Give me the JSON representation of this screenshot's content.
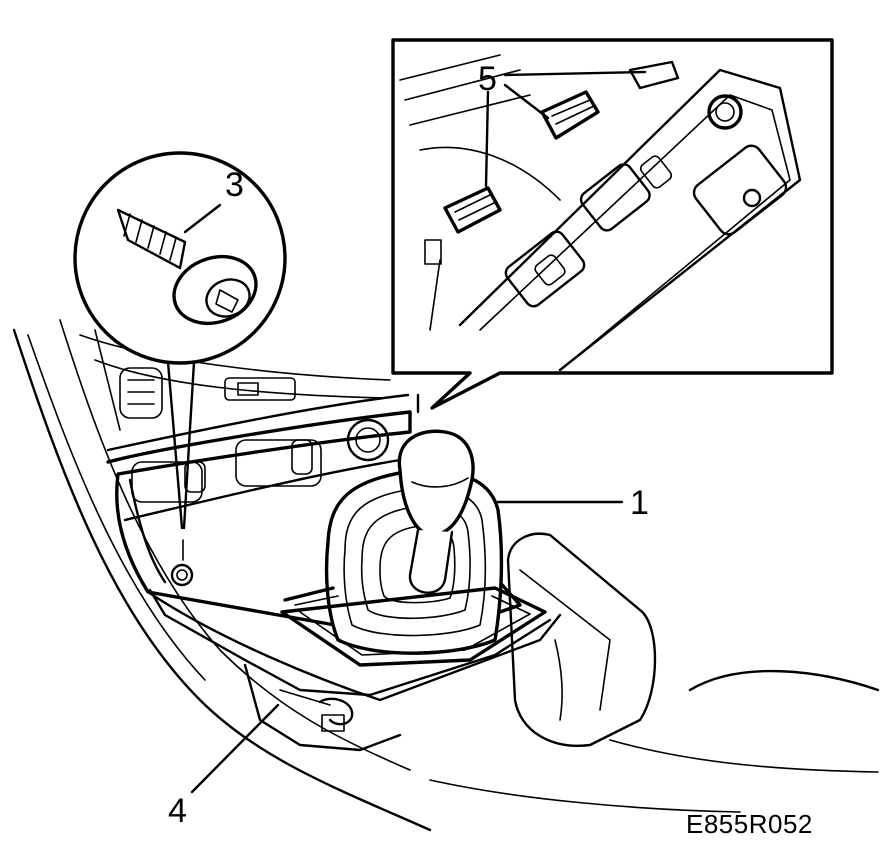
{
  "callouts": [
    {
      "id": "c1",
      "label": "1"
    },
    {
      "id": "c3",
      "label": "3"
    },
    {
      "id": "c4",
      "label": "4"
    },
    {
      "id": "c5",
      "label": "5"
    }
  ],
  "figure_reference": "E855R052"
}
